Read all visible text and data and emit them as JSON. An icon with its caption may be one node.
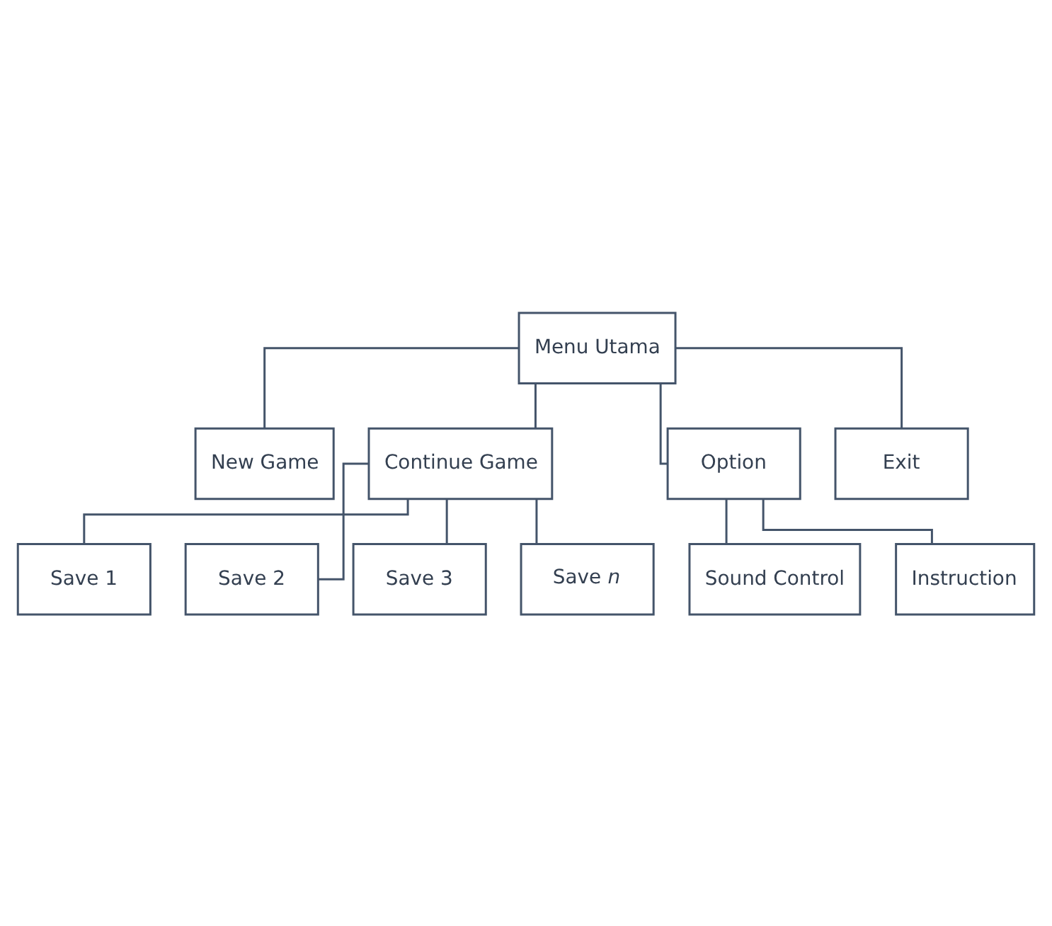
{
  "diagram": {
    "nodes": [
      {
        "text": [
          "Menu Utama"
        ]
      },
      {
        "text": [
          "New Game"
        ]
      },
      {
        "text": [
          "Continue Game"
        ]
      },
      {
        "text": [
          "Option"
        ]
      },
      {
        "text": [
          "Exit"
        ]
      },
      {
        "text": [
          "Save 1"
        ]
      },
      {
        "text": [
          "Save 2"
        ]
      },
      {
        "text": [
          "Save 3"
        ]
      },
      {
        "text": [
          "Save *n*"
        ]
      },
      {
        "text": [
          "Sound Control"
        ]
      },
      {
        "text": [
          "Instruction"
        ]
      }
    ],
    "edges": [
      {
        "from": 0,
        "to": 1,
        "arrow": "none"
      },
      {
        "from": 0,
        "to": 2,
        "arrow": "none"
      },
      {
        "from": 0,
        "to": 3,
        "arrow": "none"
      },
      {
        "from": 0,
        "to": 4,
        "arrow": "none"
      },
      {
        "from": 2,
        "to": 5,
        "arrow": "none"
      },
      {
        "from": 2,
        "to": 6,
        "arrow": "none"
      },
      {
        "from": 2,
        "to": 7,
        "arrow": "none"
      },
      {
        "from": 2,
        "to": 8,
        "arrow": "none"
      },
      {
        "from": 3,
        "to": 9,
        "arrow": "none"
      },
      {
        "from": 3,
        "to": 10,
        "arrow": "none"
      }
    ]
  }
}
